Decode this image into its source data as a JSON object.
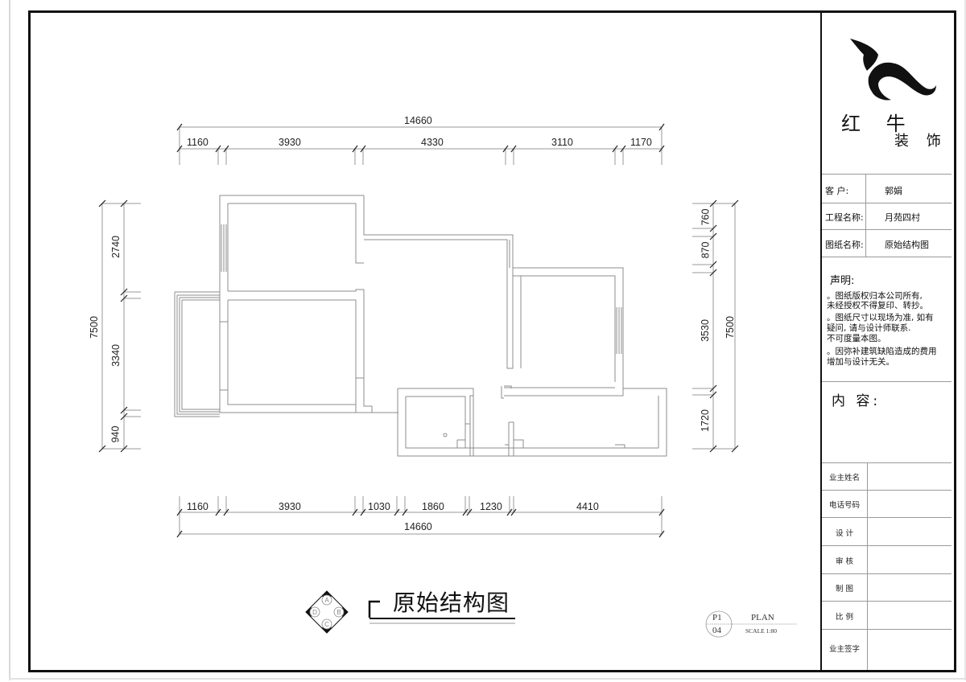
{
  "drawing": {
    "title": "原始结构图",
    "compass": {
      "labels": [
        "A",
        "B",
        "C",
        "D"
      ]
    },
    "plan_tag": {
      "sheet": "P1",
      "number": "04",
      "label": "PLAN",
      "scale": "SCALE 1:80"
    }
  },
  "dimensions": {
    "top": {
      "total": "14660",
      "segments": [
        "1160",
        "3930",
        "4330",
        "3110",
        "1170"
      ]
    },
    "bottom": {
      "total": "14660",
      "segments": [
        "1160",
        "3930",
        "1030",
        "1860",
        "1230",
        "4410"
      ]
    },
    "left": {
      "total": "7500",
      "segments": [
        "2740",
        "3340",
        "940"
      ]
    },
    "right": {
      "total": "7500",
      "segments": [
        "760",
        "870",
        "3530",
        "1720"
      ]
    }
  },
  "title_block": {
    "brand_line1": "红 牛",
    "brand_line2": "装 饰",
    "logo_icon": "bull-horn-logo-icon",
    "fields": [
      {
        "label": "客    户:",
        "value": "郭娟"
      },
      {
        "label": "工程名称:",
        "value": "月苑四村"
      },
      {
        "label": "图纸名称:",
        "value": "原始结构图"
      }
    ],
    "notice_title": "声明:",
    "notices": [
      "。图纸版权归本公司所有,",
      "  未经授权不得复印、转抄。",
      "。图纸尺寸以现场为准, 如有",
      "  疑问, 请与设计师联系.",
      "  不可度量本图。",
      "。因弥补建筑缺陷造成的费用",
      "  增加与设计无关。"
    ],
    "content_label": "内 容:",
    "signature_rows": [
      {
        "label": "业主姓名",
        "value": ""
      },
      {
        "label": "电话号码",
        "value": ""
      },
      {
        "label": "设 计",
        "value": ""
      },
      {
        "label": "审 核",
        "value": ""
      },
      {
        "label": "制 图",
        "value": ""
      },
      {
        "label": "比 例",
        "value": ""
      },
      {
        "label": "业主签字",
        "value": ""
      }
    ]
  },
  "colors": {
    "frame": "#111111",
    "wall": "#8c8c8c",
    "dimension": "#9a9a9a",
    "text": "#111111"
  }
}
